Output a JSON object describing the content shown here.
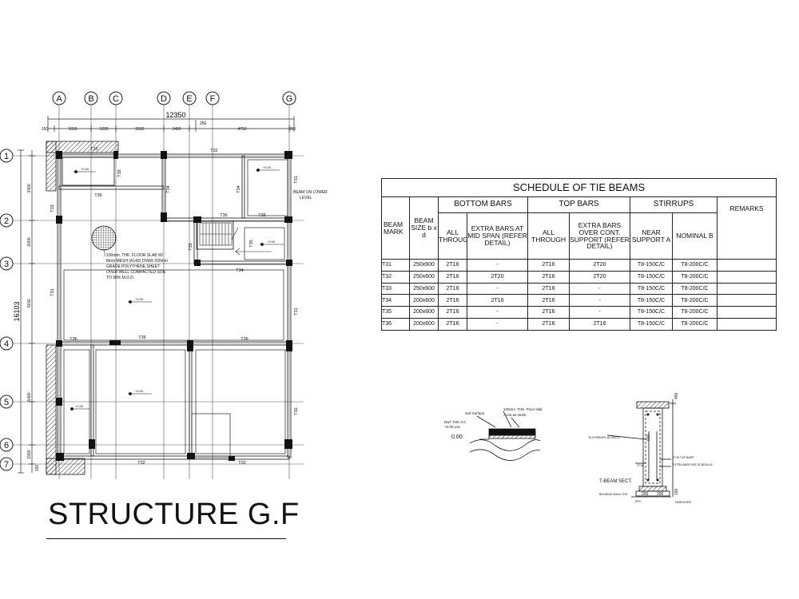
{
  "plan": {
    "grid_cols": [
      "A",
      "B",
      "C",
      "D",
      "E",
      "F",
      "G"
    ],
    "grid_rows": [
      "1",
      "2",
      "3",
      "4",
      "5",
      "6",
      "7"
    ],
    "overall_width": "12350",
    "overall_depth": "16103",
    "top_dims": [
      "150",
      "1650",
      "1295",
      "2505",
      "1400",
      "4750",
      "150"
    ],
    "offset_dim": "250",
    "left_dims": [
      "3400",
      "2000",
      "4150",
      "5400",
      "1550",
      "150"
    ],
    "beam_labels": {
      "t32_top": "T32",
      "t36_a": "T36",
      "t36_b": "T36",
      "t36_c": "T36",
      "t36_d": "T36",
      "t36_e": "T36",
      "t36_f": "T36",
      "t34": "T34",
      "t32_bot_a": "T32",
      "t32_bot_b": "T32",
      "t31_a": "T31",
      "t31_b": "T31",
      "t31_c": "T31",
      "t33": "T33",
      "t35_a": "T35",
      "t35_b": "T35",
      "t35_c": "T35",
      "t32_right": "T32",
      "t32_left": "T32",
      "t34_b": "T34",
      "t34_c": "T34"
    },
    "floor_note": [
      "100mm. THK. FLOOR SLAB W/",
      "8mm MESH (A142) OVER 200mm",
      "GRADE POLYTHENE SHEET",
      "OVER WELL COMPACTED SOIL",
      "TO 98% M.D.D."
    ],
    "beam_note": [
      "BEAM ON LOWER",
      "LEVEL"
    ],
    "level_marks": [
      "+0.00",
      "+0.00",
      "+0.00",
      "+0.00",
      "+0.00",
      "+0.00"
    ]
  },
  "schedule": {
    "title": "SCHEDULE OF TIE BEAMS",
    "groups": {
      "bottom": "BOTTOM BARS",
      "top": "TOP BARS",
      "stirrups": "STIRRUPS"
    },
    "headers": {
      "mark": "BEAM MARK",
      "size": "BEAM SIZE b x d",
      "all_through_bot": "ALL THROUGH",
      "extra_mid": "EXTRA BARS AT MID SPAN (REFER DETAIL)",
      "all_through_top": "ALL THROUGH",
      "extra_cont": "EXTRA BARS OVER CONT. SUPPORT (REFER DETAIL)",
      "near": "NEAR SUPPORT A",
      "nominal": "NOMINAL B",
      "remarks": "REMARKS"
    },
    "rows": [
      {
        "mark": "T31",
        "size": "250x600",
        "bot_all": "2T16",
        "bot_extra": "-",
        "top_all": "2T16",
        "top_extra": "2T20",
        "near": "T8-150C/C",
        "nominal": "T8-200C/C",
        "remarks": ""
      },
      {
        "mark": "T32",
        "size": "250x600",
        "bot_all": "2T16",
        "bot_extra": "2T20",
        "top_all": "2T16",
        "top_extra": "2T20",
        "near": "T8-150C/C",
        "nominal": "T8-200C/C",
        "remarks": ""
      },
      {
        "mark": "T33",
        "size": "250x600",
        "bot_all": "2T16",
        "bot_extra": "-",
        "top_all": "2T16",
        "top_extra": "-",
        "near": "T8-150C/C",
        "nominal": "T8-200C/C",
        "remarks": ""
      },
      {
        "mark": "T34",
        "size": "200x600",
        "bot_all": "2T16",
        "bot_extra": "2T16",
        "top_all": "2T16",
        "top_extra": "-",
        "near": "T8-150C/C",
        "nominal": "T8-200C/C",
        "remarks": ""
      },
      {
        "mark": "T35",
        "size": "200x600",
        "bot_all": "2T16",
        "bot_extra": "-",
        "top_all": "2T16",
        "top_extra": "-",
        "near": "T8-150C/C",
        "nominal": "T8-200C/C",
        "remarks": ""
      },
      {
        "mark": "T36",
        "size": "200x600",
        "bot_all": "2T16",
        "bot_extra": "-",
        "top_all": "2T16",
        "top_extra": "2T16",
        "near": "T8-150C/C",
        "nominal": "T8-200C/C",
        "remarks": ""
      }
    ]
  },
  "detail1": {
    "labels": [
      "Soil Surface",
      "100mm. THK. Floor slab",
      "A142 w/ mesh",
      "Dwf. THK 0.0",
      "+0.00 LVL",
      "0.00"
    ]
  },
  "detail2": {
    "labels": [
      "T8 STIRRUPS @ 200C/C",
      "2T16",
      "2T16 TOP BARS",
      "EXTRA BARS SEE SCHEDULE",
      "BLINDING 50mm THK",
      "HARDCORE",
      "200",
      "200",
      "600",
      "450",
      "150",
      "T-BEAM SECT.",
      "DPC"
    ]
  },
  "title": "STRUCTURE G.F"
}
